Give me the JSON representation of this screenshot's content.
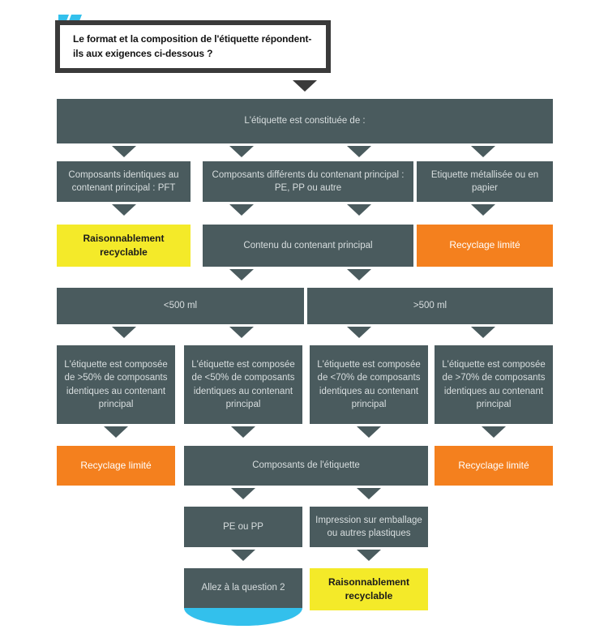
{
  "colors": {
    "dark_box": "#4a5b5e",
    "yellow_box": "#f4ea29",
    "orange_box": "#f4801e",
    "blue_accent": "#33c0ec",
    "header_border": "#3a3a3a"
  },
  "header": {
    "question": "Le format et la composition de l'étiquette répondent-ils aux exigences ci-dessous ?",
    "corner_icon": "blue-double-slash-icon"
  },
  "nodes": {
    "composition": "L'étiquette est constituée de :",
    "same_components": "Composants identiques au contenant principal : PFT",
    "different_components": "Composants différents du contenant principal : PE, PP ou autre",
    "metallised_label": "Etiquette métallisée ou en papier",
    "reasonably_recyclable_1": "Raisonnablement recyclable",
    "container_content": "Contenu du contenant principal",
    "limited_recycling_1": "Recyclage limité",
    "volume_under_500": "<500 ml",
    "volume_over_500": ">500 ml",
    "label_gt50": "L'étiquette est composée de >50% de composants identiques au contenant principal",
    "label_lt50": "L'étiquette est composée de <50% de composants identiques au contenant principal",
    "label_lt70": "L'étiquette est composée de <70% de composants identiques au contenant principal",
    "label_gt70": "L'étiquette est composée de >70% de composants identiques au contenant principal",
    "limited_recycling_2": "Recyclage limité",
    "label_components": "Composants de l'étiquette",
    "limited_recycling_3": "Recyclage limité",
    "pe_or_pp": "PE ou PP",
    "printing_on_packaging": "Impression sur emballage ou autres plastiques",
    "go_to_question_2": "Allez à la question 2",
    "reasonably_recyclable_2": "Raisonnablement recyclable"
  }
}
